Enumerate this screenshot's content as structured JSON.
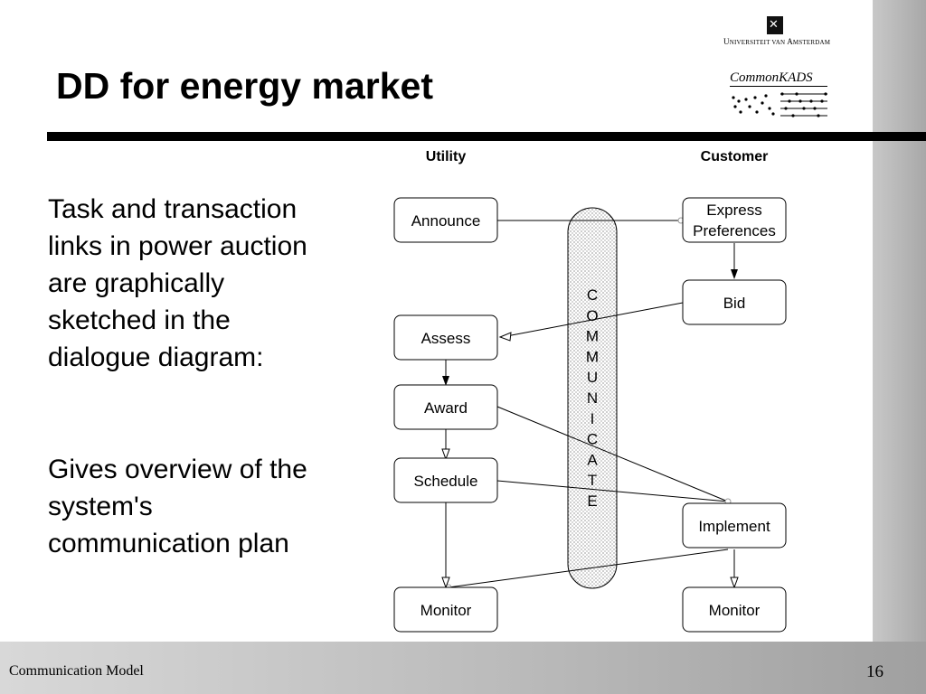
{
  "slide": {
    "title": "DD for energy market",
    "paragraphs": [
      "Task and transaction links in power auction are graphically sketched in the dialogue diagram:",
      "Gives overview of the system's communication plan"
    ],
    "footer_label": "Communication Model",
    "page_number": "16"
  },
  "logos": {
    "university": "Universiteit van Amsterdam",
    "commonkads": "CommonKADS"
  },
  "diagram": {
    "columns": {
      "left": "Utility",
      "right": "Customer"
    },
    "channel_label": "COMMUNICATE",
    "utility_tasks": [
      "Announce",
      "Assess",
      "Award",
      "Schedule",
      "Monitor"
    ],
    "customer_tasks": [
      "Express Preferences",
      "Bid",
      "Implement",
      "Monitor"
    ],
    "transactions": [
      {
        "from": "Announce",
        "to": "Express Preferences"
      },
      {
        "from": "Bid",
        "to": "Assess"
      },
      {
        "from": "Award",
        "to": "Implement"
      },
      {
        "from": "Schedule",
        "to": "Implement"
      },
      {
        "from": "Implement",
        "to": "Monitor"
      }
    ],
    "task_links": [
      {
        "from": "Express Preferences",
        "to": "Bid"
      },
      {
        "from": "Assess",
        "to": "Award"
      },
      {
        "from": "Award",
        "to": "Schedule"
      },
      {
        "from": "Schedule",
        "to": "Monitor"
      },
      {
        "from": "Implement",
        "to": "Monitor"
      }
    ]
  }
}
